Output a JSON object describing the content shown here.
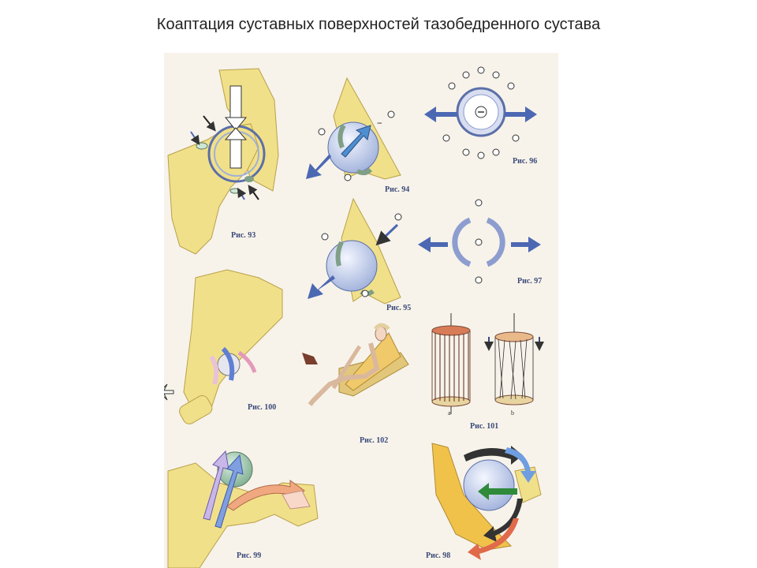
{
  "slide": {
    "title": "Коаптация суставных поверхностей тазобедренного сустава"
  },
  "figures": {
    "fig93": "Рис. 93",
    "fig94": "Рис. 94",
    "fig95": "Рис. 95",
    "fig96": "Рис. 96",
    "fig97": "Рис. 97",
    "fig98": "Рис. 98",
    "fig99": "Рис. 99",
    "fig100": "Рис. 100",
    "fig101": "Рис. 101",
    "fig102": "Рис. 102"
  },
  "labels": {
    "a": "a",
    "b": "b",
    "minus": "−"
  },
  "colors": {
    "bone": "#f1e08a",
    "bone_stroke": "#b8a04a",
    "head": "#cdd6ee",
    "arrow_blue": "#4d68b3",
    "cartilage_green": "#7f9f86",
    "caption": "#3b4a7a"
  }
}
